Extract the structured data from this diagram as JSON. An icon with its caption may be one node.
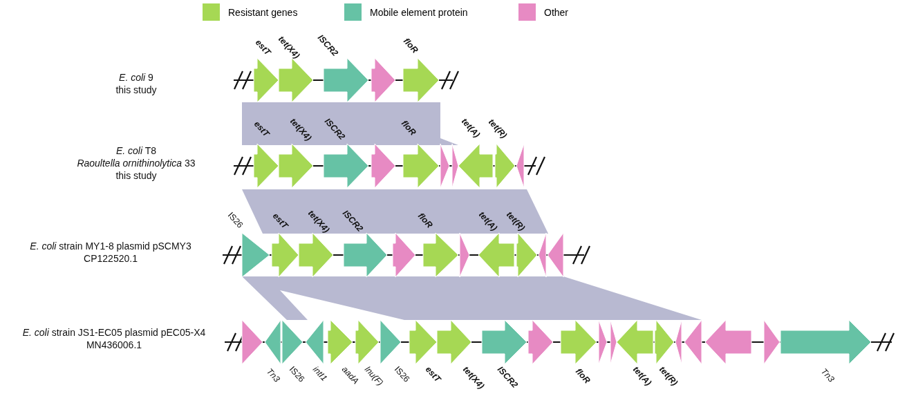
{
  "diagram": {
    "labels": [
      "estT",
      "tet(X4)",
      "ISCR2",
      "floR",
      "*E. coli* 9",
      "this study",
      "estT",
      "tet(X4)",
      "ISCR2",
      "floR",
      "tet(A)",
      "tet(R)",
      "*E. coli* T8",
      "*Raoultella ornithinolytica* 33",
      "this study",
      "IS26",
      "estT",
      "tet(X4)",
      "ISCR2",
      "floR",
      "tet(A)",
      "tet(R)",
      "*E. coli* strain MY1-8 plasmid pSCMY3",
      "CP122520.1",
      "*E. coli* strain JS1-EC05 plasmid pEC05-X4",
      "MN436006.1",
      "Tn3",
      "IS26",
      "intI1",
      "aadA",
      "lnu(F)",
      "IS26",
      "estT",
      "tet(X4)",
      "ISCR2",
      "floR",
      "tet(A)",
      "tet(R)",
      "Tn3"
    ],
    "legend": [
      {
        "text": "Resistant genes",
        "color": "#a6d854"
      },
      {
        "text": "Mobile element protein",
        "color": "#66c2a5"
      },
      {
        "text": "Other",
        "color": "#e78ac3"
      }
    ]
  }
}
